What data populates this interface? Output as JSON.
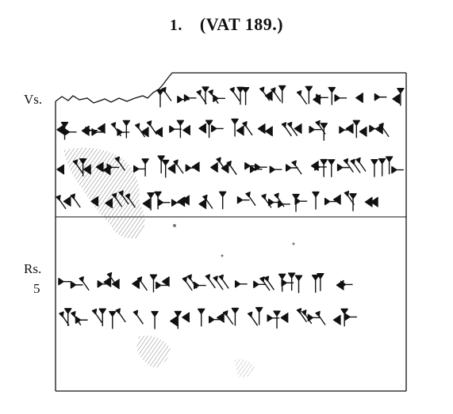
{
  "heading": {
    "number": "1.",
    "title": "(VAT 189.)"
  },
  "labels": {
    "obverse": "Vs.",
    "reverse": "Rs.",
    "line_number": "5"
  },
  "colors": {
    "ink": "#111111",
    "paper": "#ffffff",
    "shading": "#555555"
  }
}
